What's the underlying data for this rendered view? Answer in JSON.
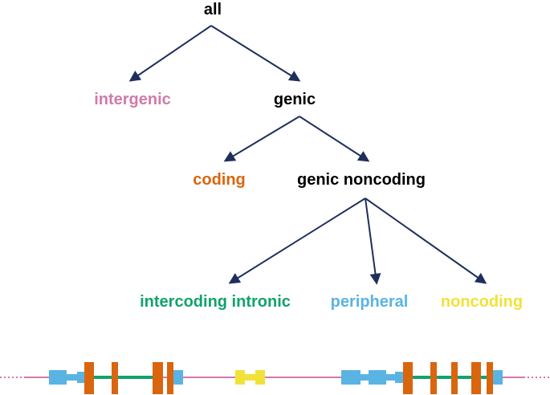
{
  "colors": {
    "arrow": "#1f2f5c",
    "intergenic": "#d17aa9",
    "coding": "#d9650f",
    "black": "#000000",
    "intercoding_intronic": "#10a36a",
    "peripheral": "#5ab4e3",
    "noncoding": "#f1e23a",
    "intergenic_line": "#d17aa9"
  },
  "nodes": {
    "all": "all",
    "intergenic": "intergenic",
    "genic": "genic",
    "coding": "coding",
    "genic_noncoding": "genic noncoding",
    "intercoding_intronic": "intercoding intronic",
    "peripheral": "peripheral",
    "noncoding": "noncoding"
  },
  "icons": {
    "track": "gene-structure-track"
  }
}
